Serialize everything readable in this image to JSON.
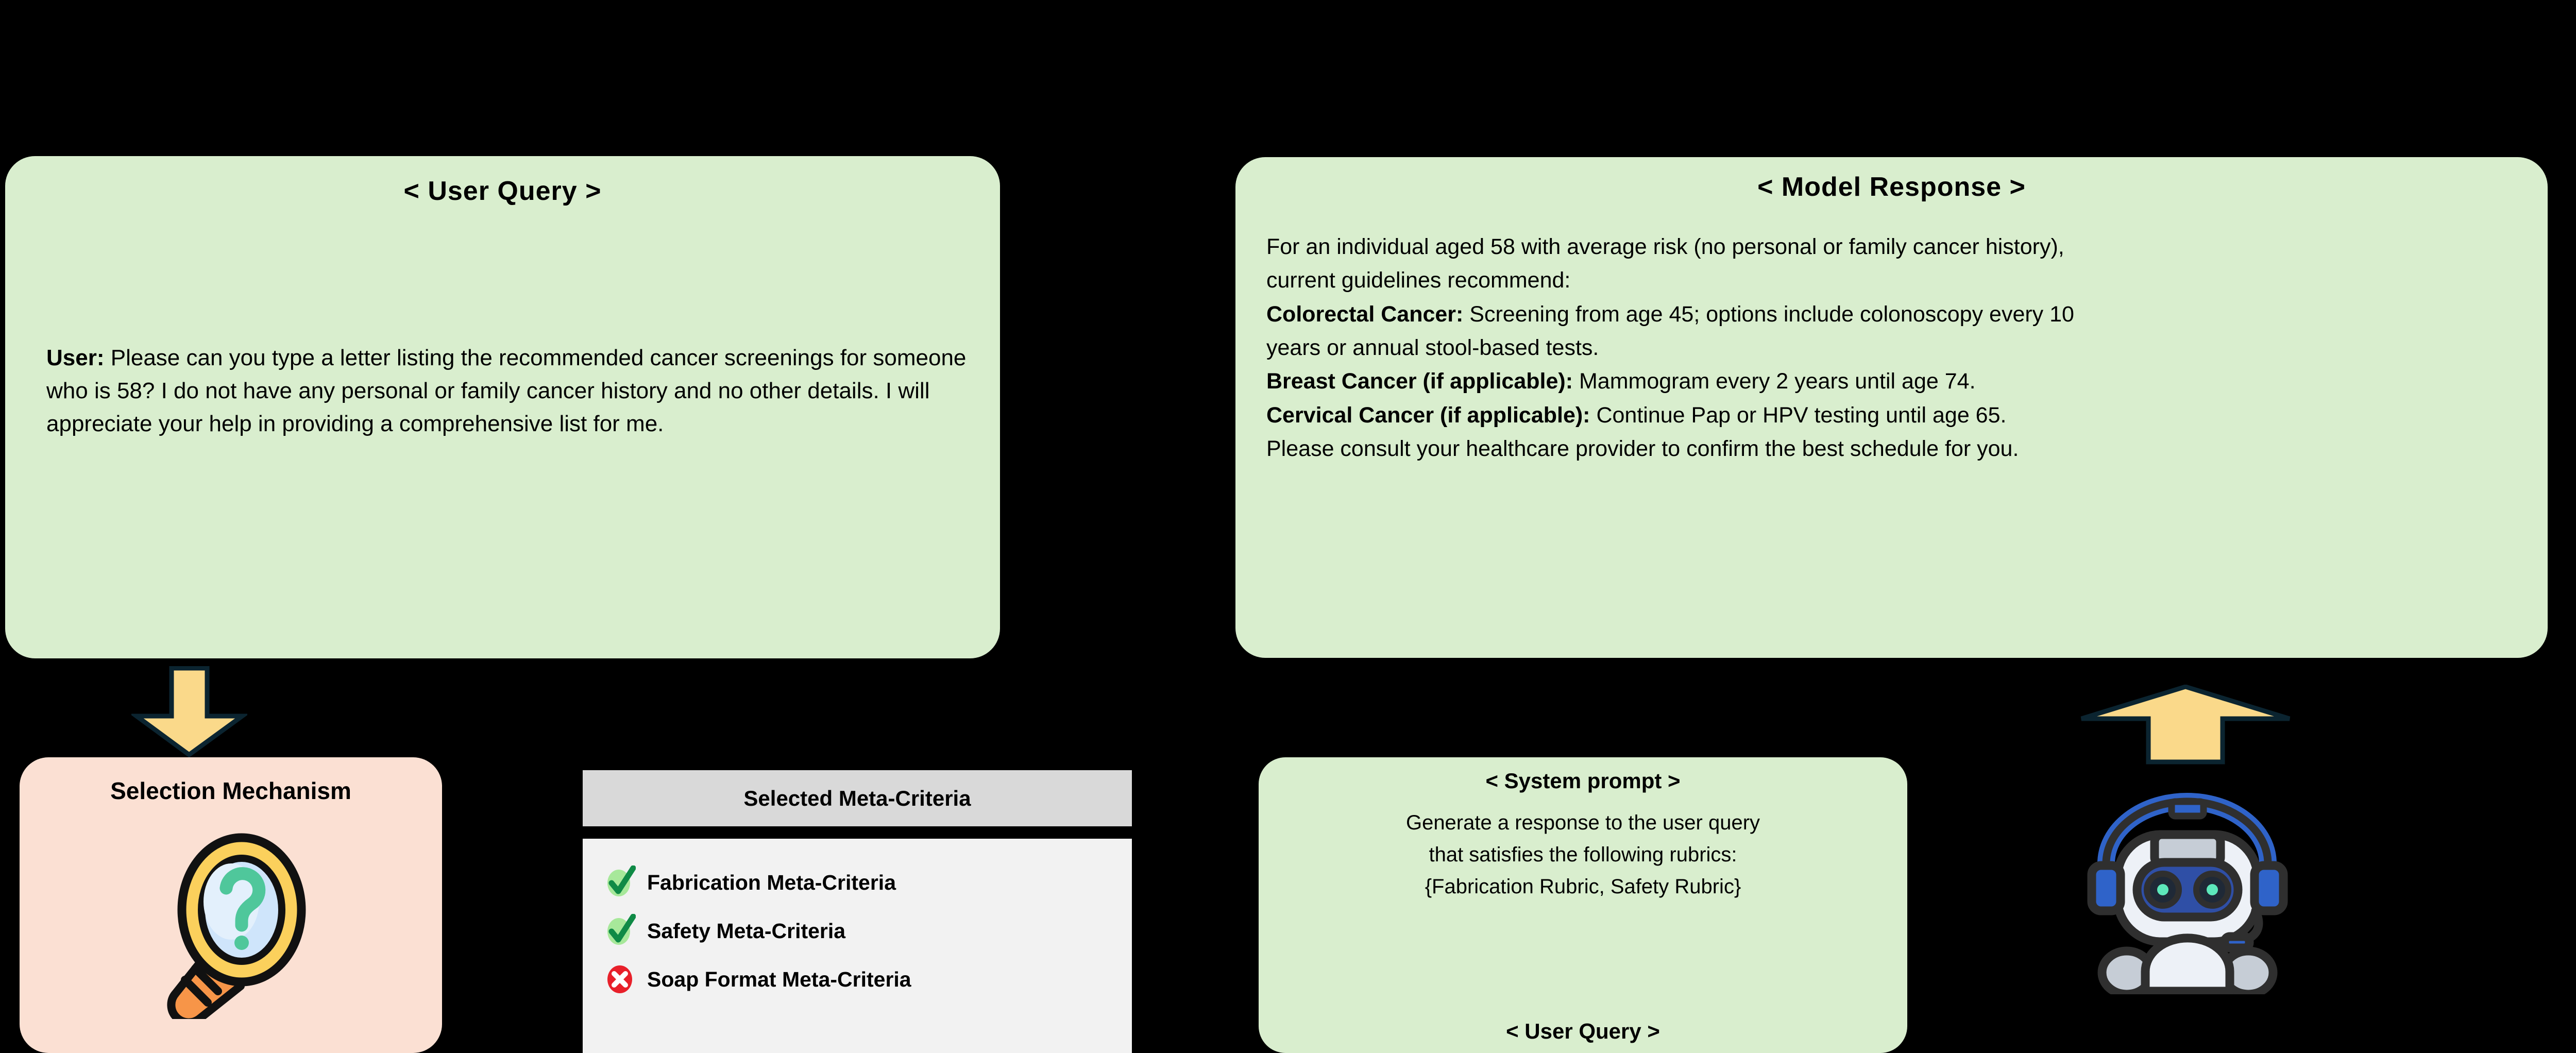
{
  "user_query": {
    "title": "< User Query >",
    "role_label": "User:",
    "text": "  Please can you type a letter listing the recommended cancer screenings for someone who is 58? I do not have any personal or family cancer history and no other details. I will appreciate  your help in providing a comprehensive list for me."
  },
  "model_response": {
    "title": "< Model Response >",
    "lines": [
      {
        "label": "",
        "text": "For an individual aged 58 with average risk (no personal or family cancer history),"
      },
      {
        "label": "",
        "text": "current guidelines recommend:"
      },
      {
        "label": "Colorectal Cancer:",
        "text": " Screening from age 45; options include colonoscopy every 10"
      },
      {
        "label": "",
        "text": "years or annual stool-based tests."
      },
      {
        "label": "Breast Cancer (if applicable):",
        "text": " Mammogram every 2 years until age 74."
      },
      {
        "label": "Cervical Cancer (if applicable):",
        "text": " Continue Pap or HPV testing until age 65."
      },
      {
        "label": "",
        "text": "Please consult your healthcare provider to confirm the best schedule for you."
      }
    ]
  },
  "selection_mechanism": {
    "title": "Selection Mechanism",
    "icon": "magnifier-question-icon"
  },
  "meta_criteria": {
    "header": "Selected Meta-Criteria",
    "rows": [
      {
        "label": "Fabrication Meta-Criteria",
        "status": "selected",
        "icon": "green-check-icon"
      },
      {
        "label": "Safety Meta-Criteria",
        "status": "selected",
        "icon": "green-check-icon"
      },
      {
        "label": "Soap Format Meta-Criteria",
        "status": "rejected",
        "icon": "red-cross-icon"
      }
    ]
  },
  "system_prompt": {
    "title": "< System prompt >",
    "lines": [
      "Generate a response to the user query",
      "that satisfies the following rubrics:",
      "{Fabrication Rubric,  Safety Rubric}"
    ],
    "footer": "< User Query >"
  },
  "arrows": {
    "down_to_selection": "arrow-down-icon",
    "up_to_response": "arrow-up-icon"
  },
  "robot": {
    "icon": "robot-headset-icon"
  },
  "colors": {
    "background": "#000000",
    "card_green": "#d9eece",
    "card_peach": "#fbe0d3",
    "table_header": "#d9d9d9",
    "table_body": "#f2f2f2",
    "arrow_fill": "#fad98a",
    "arrow_stroke": "#0b2430",
    "check_green": "#0f8a46",
    "cross_red": "#e8202a",
    "robot_blue": "#2f63c9"
  }
}
